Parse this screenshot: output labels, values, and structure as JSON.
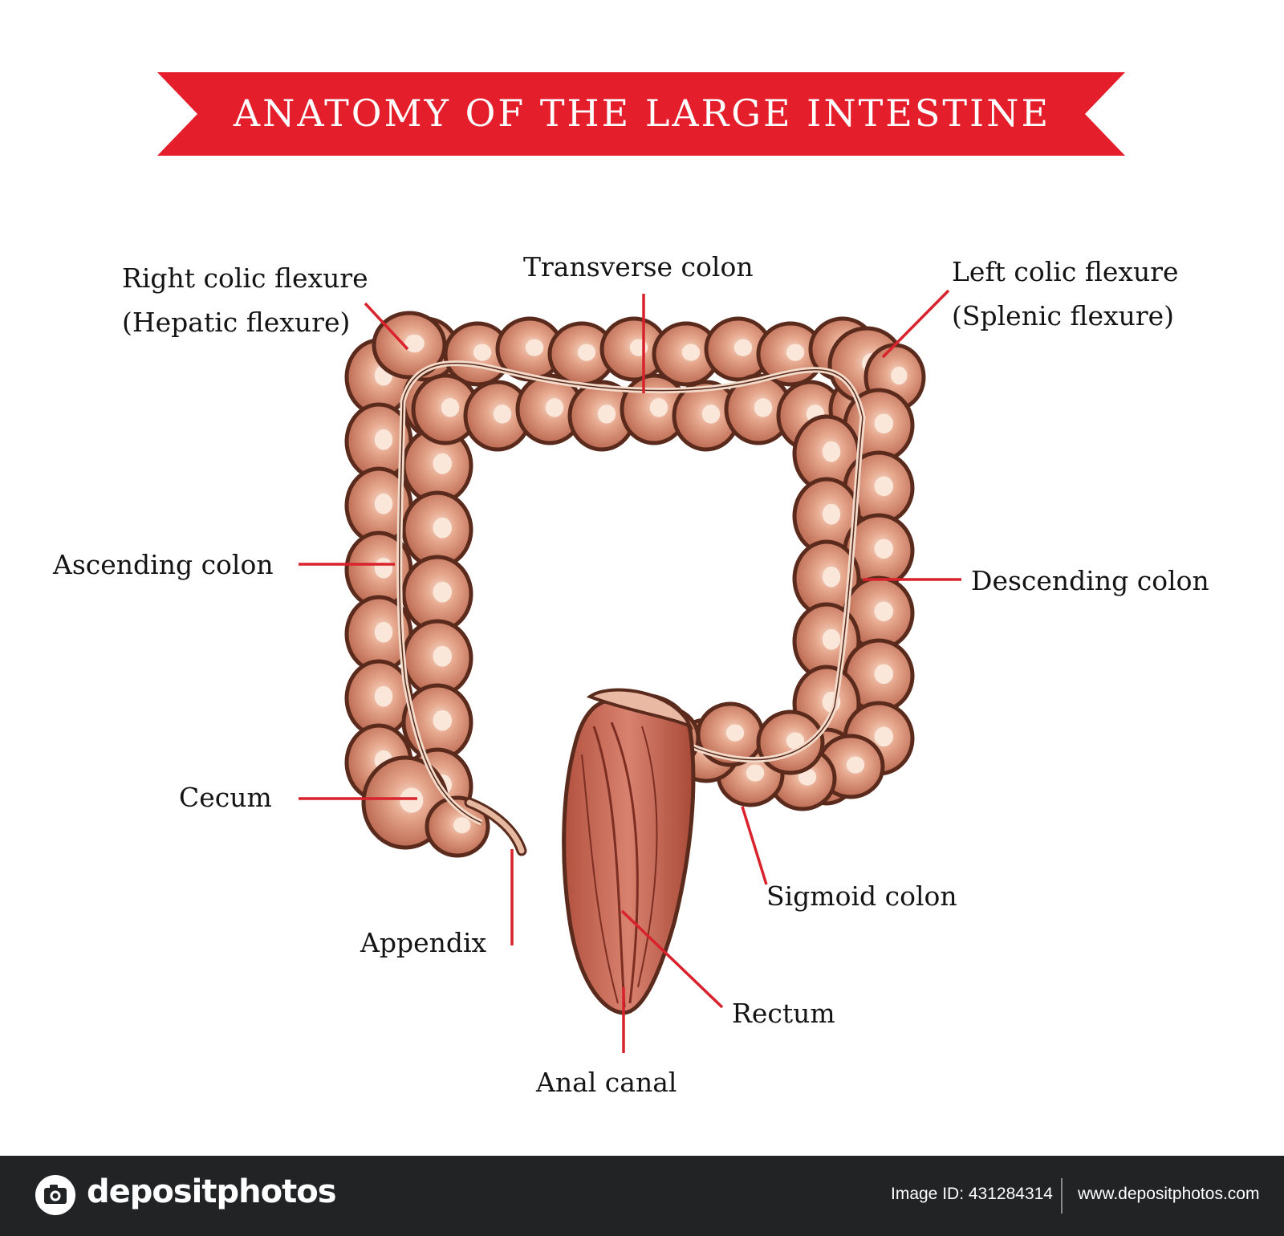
{
  "title": "ANATOMY OF THE LARGE INTESTINE",
  "colors": {
    "banner": "#e41e2b",
    "leader": "#d8222c",
    "tissue_fill": "#d99a82",
    "tissue_highlight": "#f5d9c9",
    "tissue_outline": "#5a2a1c",
    "rectum_fill": "#c96a58",
    "footer_bg": "#222325"
  },
  "labels": {
    "right_colic_flexure": "Right colic flexure",
    "hepatic_flexure": "(Hepatic flexure)",
    "transverse_colon": "Transverse colon",
    "left_colic_flexure": "Left colic flexure",
    "splenic_flexure": "(Splenic flexure)",
    "ascending_colon": "Ascending colon",
    "descending_colon": "Descending colon",
    "cecum": "Cecum",
    "appendix": "Appendix",
    "sigmoid_colon": "Sigmoid colon",
    "rectum": "Rectum",
    "anal_canal": "Anal canal"
  },
  "footer": {
    "brand": "depositphotos",
    "image_id": "Image ID: 431284314",
    "website": "www.depositphotos.com",
    "logo_icon": "camera-icon"
  }
}
